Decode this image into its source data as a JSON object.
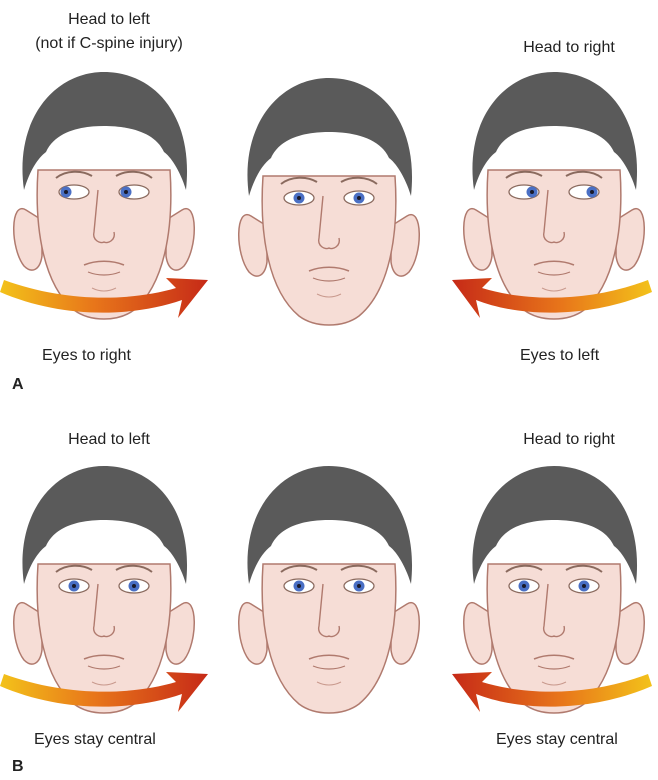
{
  "panel_a": {
    "letter": "A",
    "left": {
      "caption_line1": "Head to left",
      "caption_line2": "(not if C-spine injury)",
      "eyes": "Eyes to right"
    },
    "right": {
      "caption": "Head to right",
      "eyes": "Eyes to left"
    }
  },
  "panel_b": {
    "letter": "B",
    "left": {
      "caption": "Head to left",
      "eyes": "Eyes stay central"
    },
    "right": {
      "caption": "Head to right",
      "eyes": "Eyes stay central"
    }
  },
  "colors": {
    "hair": "#5a5a5a",
    "skin": "#f6ddd6",
    "skin_line": "#b07a6e",
    "iris": "#4a6fc4",
    "arrow_start": "#f3c21a",
    "arrow_end": "#c62a17"
  }
}
